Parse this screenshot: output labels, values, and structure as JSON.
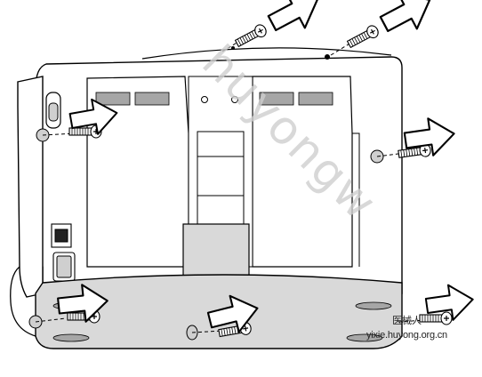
{
  "watermark": {
    "diagonal_text": "huyongw",
    "url_text": "yixie.huyong.org.cn",
    "cn_text": "医械人"
  },
  "diagram": {
    "subject": "device rear panel with screw removal arrows",
    "screw_count": 7,
    "colors": {
      "outline": "#000000",
      "panel_fill": "#ffffff",
      "shade_fill": "#d9d9d9",
      "slot_fill": "#a6a6a6",
      "arrow_fill": "#ffffff"
    }
  }
}
